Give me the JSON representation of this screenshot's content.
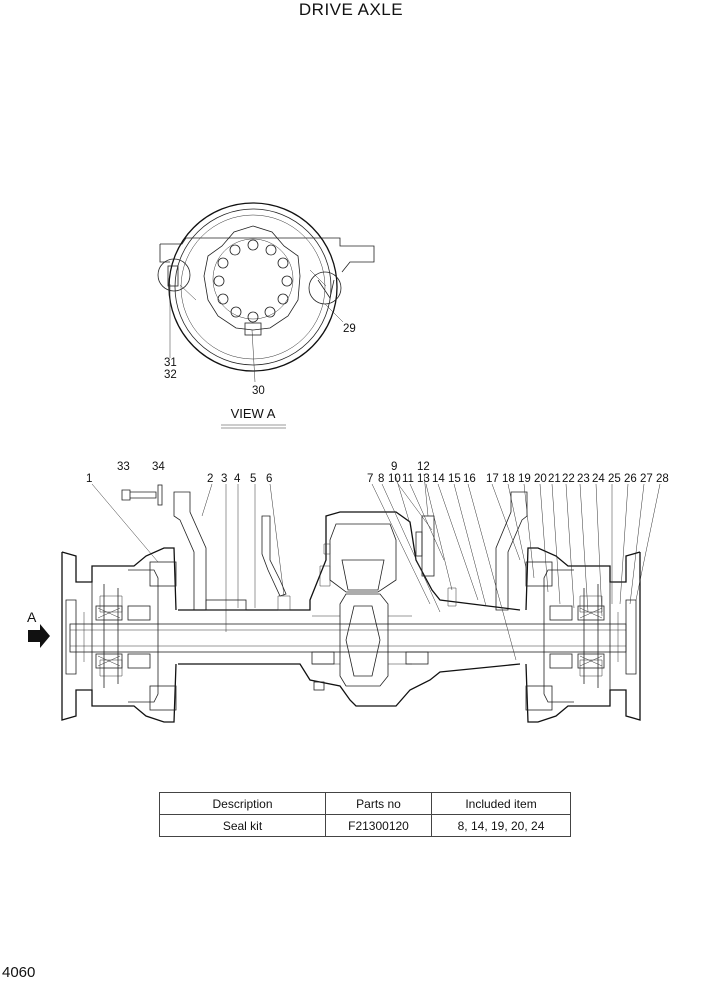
{
  "title": "DRIVE AXLE",
  "view_label": "VIEW A",
  "arrow_label": "A",
  "view_a_callouts": [
    "29",
    "30",
    "31",
    "32"
  ],
  "callouts": [
    "1",
    "2",
    "3",
    "4",
    "5",
    "6",
    "7",
    "8",
    "9",
    "10",
    "11",
    "12",
    "13",
    "14",
    "15",
    "16",
    "17",
    "18",
    "19",
    "20",
    "21",
    "22",
    "23",
    "24",
    "25",
    "26",
    "27",
    "28",
    "33",
    "34"
  ],
  "table": {
    "headers": [
      "Description",
      "Parts no",
      "Included item"
    ],
    "rows": [
      [
        "Seal kit",
        "F21300120",
        "8, 14, 19, 20, 24"
      ]
    ]
  },
  "page_number": "4060"
}
